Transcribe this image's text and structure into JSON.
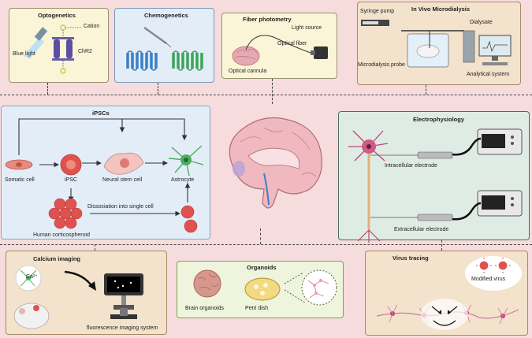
{
  "panels": {
    "optogenetics": {
      "title": "Optogenetics",
      "blue_light": "Blue light",
      "cation": "Cation",
      "chr2": "ChR2"
    },
    "chemogenetics": {
      "title": "Chemogenetics"
    },
    "fiber_photometry": {
      "title": "Fiber photometry",
      "light_source": "Light source",
      "optical_fiber": "Optical fiber",
      "optical_cannula": "Optical cannula"
    },
    "microdialysis": {
      "title": "In Vivo Microdialysis",
      "syringe_pump": "Syringe pump",
      "dialysate": "Dialysate",
      "probe": "Microdialysis probe",
      "analytical_system": "Analytical system"
    },
    "ipscs": {
      "title": "iPSCs",
      "somatic_cell": "Somatic cell",
      "ipsc": "iPSC",
      "neural_stem_cell": "Neural stem cell",
      "astrocyte": "Astrocyte",
      "dissociation": "Dissociation into single cell",
      "corticospheroid": "Human corticospheroid"
    },
    "electrophysiology": {
      "title": "Electrophysiology",
      "intracellular": "Intracellular electrode",
      "extracellular": "Extracellular electrode"
    },
    "calcium_imaging": {
      "title": "Calcium imaging",
      "ca_label": "Ca²⁺",
      "system": "fluorescence imaging system"
    },
    "organoids": {
      "title": "Organoids",
      "brain_organoids": "Brain organoids",
      "petri_dish": "Petri dish"
    },
    "virus_tracing": {
      "title": "Virus tracing",
      "modified_virus": "Modified virus"
    }
  },
  "colors": {
    "background": "#f6dcdc",
    "panel_yellow": "#fbf5d8",
    "panel_blue": "#e3edf8",
    "panel_tan": "#f3e2cc",
    "panel_green": "#dfece5",
    "panel_lightgreen": "#eef5dc",
    "accent_red": "#e0524f",
    "accent_blue": "#3a7fc4",
    "accent_green": "#3aa55a"
  }
}
